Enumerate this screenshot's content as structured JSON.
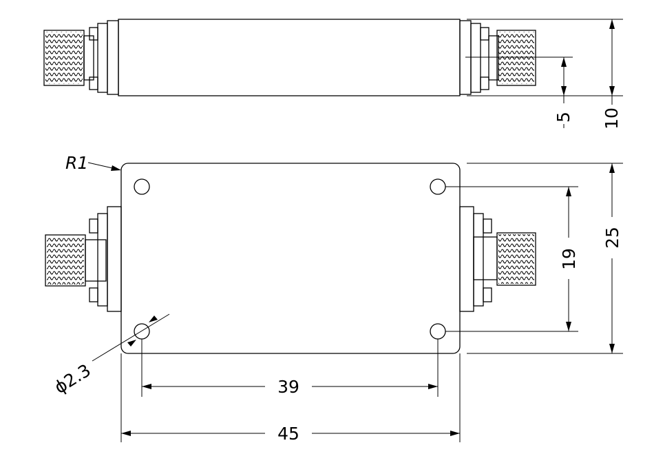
{
  "dimensions": {
    "dim_5": "5",
    "dim_10": "10",
    "dim_19": "19",
    "dim_25": "25",
    "dim_39": "39",
    "dim_45": "45",
    "radius": "R1",
    "hole_diameter": "ϕ2.3"
  },
  "colors": {
    "line": "#000000",
    "background": "#ffffff"
  }
}
